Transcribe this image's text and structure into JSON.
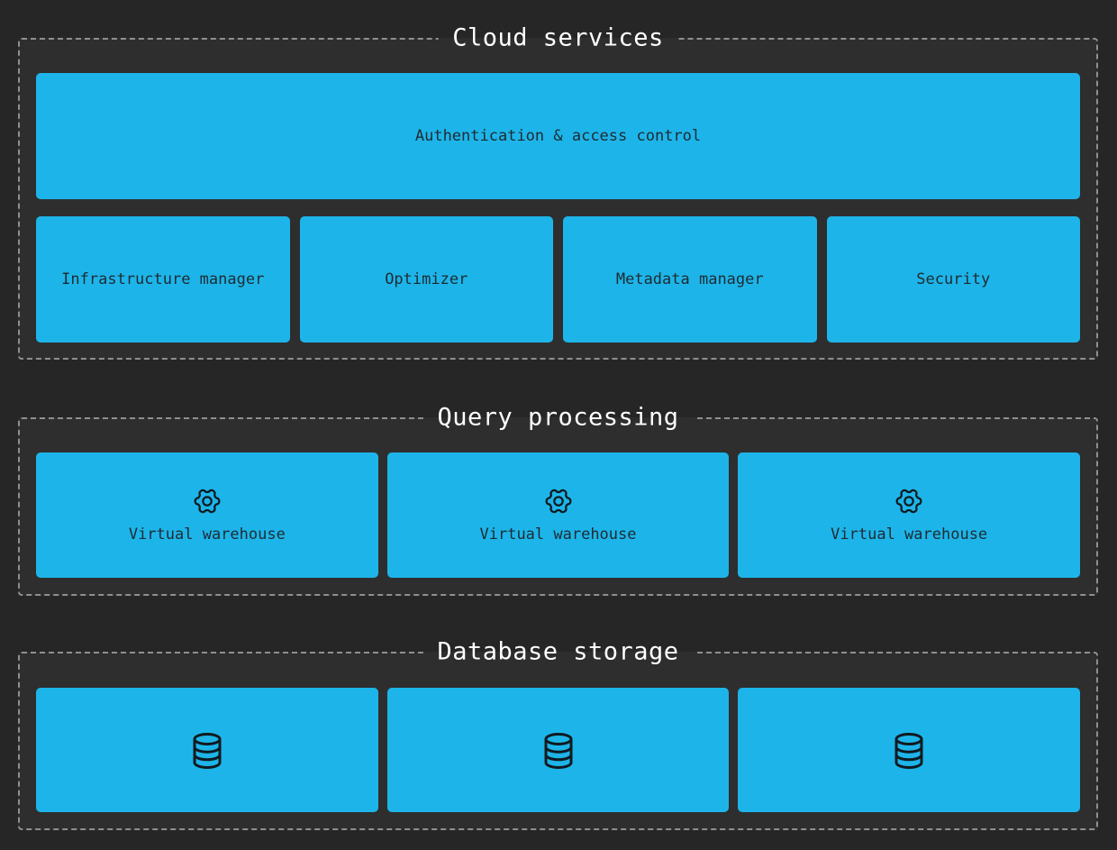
{
  "diagram": {
    "kind": "architecture-diagram",
    "colors": {
      "page_background": "#262626",
      "section_background": "#2e2e2e",
      "section_border": "#8f8f8f",
      "node_fill": "#1db5e9",
      "node_text": "#1e2b33",
      "icon_stroke": "#101a20",
      "title_text": "#ffffff"
    },
    "sections": {
      "cloud_services": {
        "title": "Cloud services",
        "wide_node": {
          "label": "Authentication & access control"
        },
        "nodes": [
          {
            "label": "Infrastructure manager"
          },
          {
            "label": "Optimizer"
          },
          {
            "label": "Metadata manager"
          },
          {
            "label": "Security"
          }
        ]
      },
      "query_processing": {
        "title": "Query processing",
        "nodes": [
          {
            "icon": "gear-icon",
            "label": "Virtual warehouse"
          },
          {
            "icon": "gear-icon",
            "label": "Virtual warehouse"
          },
          {
            "icon": "gear-icon",
            "label": "Virtual warehouse"
          }
        ]
      },
      "database_storage": {
        "title": "Database storage",
        "nodes": [
          {
            "icon": "database-icon"
          },
          {
            "icon": "database-icon"
          },
          {
            "icon": "database-icon"
          }
        ]
      }
    }
  }
}
